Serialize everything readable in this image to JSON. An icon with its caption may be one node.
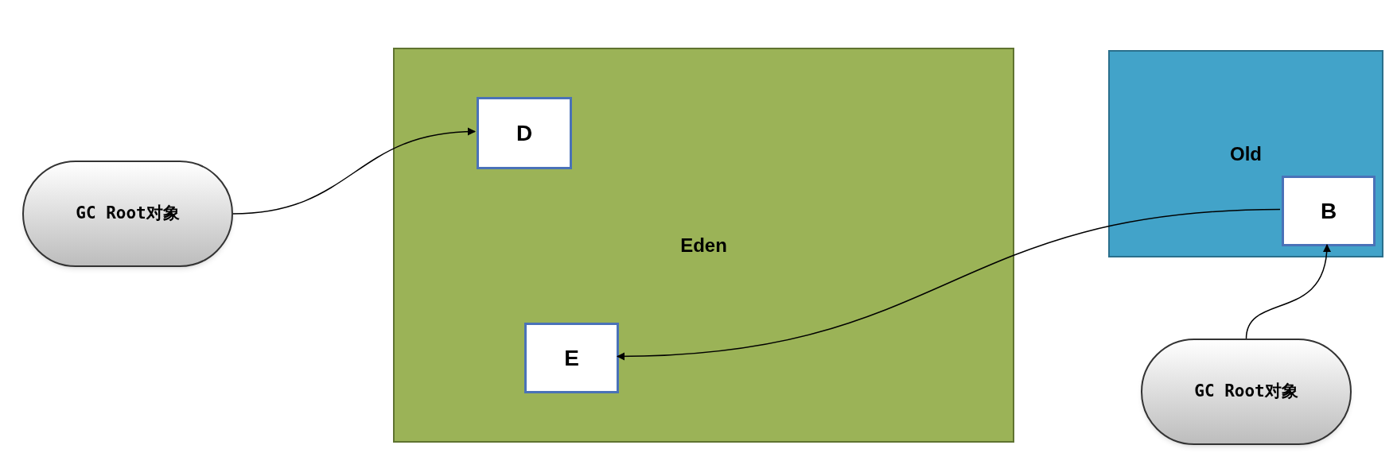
{
  "diagram": {
    "nodes": [
      {
        "text": [
          "GC Root对象"
        ]
      },
      {
        "text": [
          "Eden"
        ]
      },
      {
        "text": [
          "D"
        ],
        "in": 1
      },
      {
        "text": [
          "E"
        ],
        "in": 1
      },
      {
        "text": [
          "Old"
        ]
      },
      {
        "text": [
          "B"
        ],
        "in": 4
      },
      {
        "text": [
          "GC Root对象"
        ]
      }
    ],
    "edges": [
      {
        "from": 0,
        "to": 2,
        "arrow": "to"
      },
      {
        "from": 5,
        "to": 3,
        "arrow": "to"
      },
      {
        "from": 6,
        "to": 5,
        "arrow": "to"
      }
    ]
  }
}
